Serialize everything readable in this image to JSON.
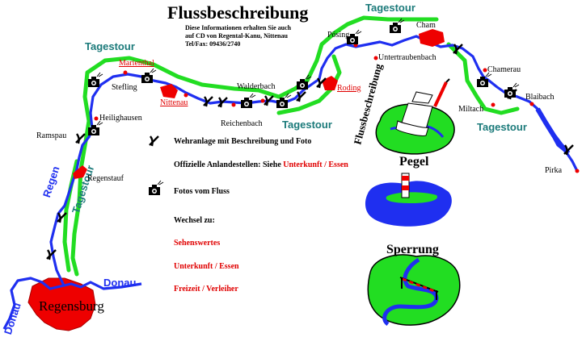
{
  "title": "Flussbeschreibung",
  "info_lines": [
    "Diese Informationen erhalten Sie auch",
    "auf CD von Regental-Kanu, Nittenau",
    "Tel/Fax: 09436/2740"
  ],
  "tour_label": "Tagestour",
  "rivers": {
    "regen": "Regen",
    "donau": "Donau"
  },
  "towns": {
    "regensburg": "Regensburg",
    "regenstauf": "Regenstauf",
    "ramspau": "Ramspau",
    "heilighausen": "Heilighausen",
    "stefling": "Stefling",
    "marienthal": "Marienthal",
    "nittenau": "Nittenau",
    "reichenbach": "Reichenbach",
    "walderbach": "Walderbach",
    "roding": "Roding",
    "posing": "Pösing",
    "cham": "Cham",
    "untertraubenbach": "Untertraubenbach",
    "chamerau": "Chamerau",
    "miltach": "Miltach",
    "blaibach": "Blaibach",
    "pirka": "Pirka"
  },
  "legend": {
    "wehr": "Wehranlage mit Beschreibung und Foto",
    "anlande_prefix": "Offizielle Anlandestellen: Siehe",
    "anlande_link": "Unterkunft / Essen",
    "fotos": "Fotos vom Fluss",
    "wechsel": "Wechsel zu:"
  },
  "links": [
    "Sehenswertes",
    "Unterkunft / Essen",
    "Freizeit / Verleiher"
  ],
  "icons": {
    "flussbeschreibung_text": "Flussbeschreibung",
    "pegel_text": "Pegel",
    "sperrung_text": "Sperrung"
  },
  "colors": {
    "river": "#1f2ff0",
    "tour_route": "#22dd22",
    "city": "#ee0000",
    "tour_text": "#1b7a7a",
    "link": "#e00000"
  }
}
